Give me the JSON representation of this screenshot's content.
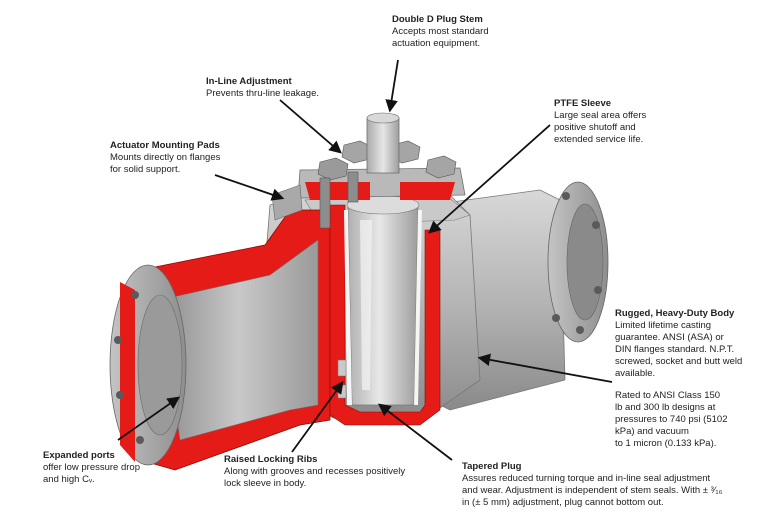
{
  "colors": {
    "cutaway_red": "#e41b17",
    "metal_light": "#cfcfcf",
    "metal_mid": "#a8a8a8",
    "metal_dark": "#6f6f6f",
    "leader": "#111111"
  },
  "callouts": {
    "stem": {
      "title": "Double D Plug Stem",
      "body": "Accepts most standard\nactuation equipment."
    },
    "inline": {
      "title": "In-Line Adjustment",
      "body": "Prevents thru-line leakage."
    },
    "ptfe": {
      "title": "PTFE Sleeve",
      "body": "Large seal area offers\npositive shutoff and\nextended service life."
    },
    "pads": {
      "title": "Actuator Mounting Pads",
      "body": "Mounts directly on flanges\nfor solid support."
    },
    "body": {
      "title": "Rugged, Heavy-Duty Body",
      "body": "Limited lifetime casting\nguarantee. ANSI (ASA) or\nDIN flanges standard. N.P.T.\nscrewed, socket and butt weld\navailable.",
      "rating": "Rated to ANSI Class 150\nlb and 300 lb designs at\npressures to 740 psi (5102\nkPa) and vacuum\nto 1 micron (0.133 kPa)."
    },
    "ports": {
      "title": "Expanded ports",
      "body": "offer low pressure drop\nand high Cᵥ."
    },
    "ribs": {
      "title": "Raised Locking Ribs",
      "body": "Along with grooves and recesses positively\nlock sleeve in body."
    },
    "plug": {
      "title": "Tapered Plug",
      "body": "Assures reduced turning torque and in-line seal adjustment\nand wear. Adjustment is independent of stem seals. With ± ³⁄₁₆\nin (± 5 mm) adjustment, plug cannot bottom out."
    }
  }
}
